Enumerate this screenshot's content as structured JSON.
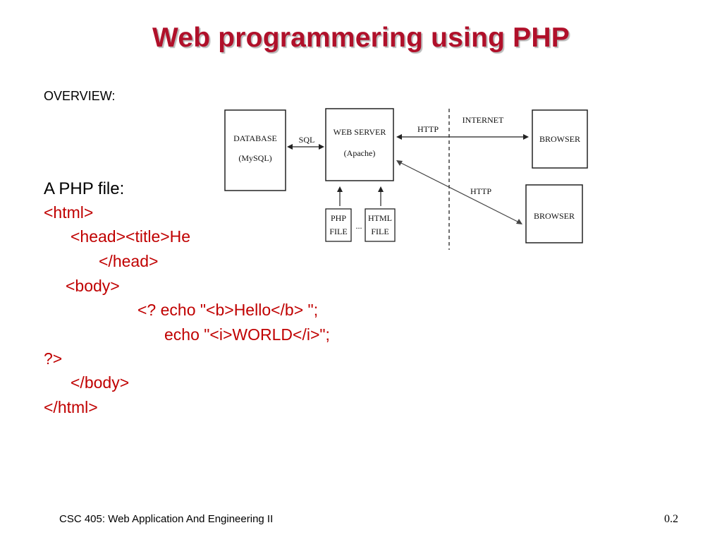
{
  "slide": {
    "title": "Web programmering using PHP",
    "overview_label": "OVERVIEW:",
    "php_heading": "A PHP file:",
    "code_lines": [
      "<html>",
      "<head><title>He",
      "</head>",
      "<body>",
      "<? echo \"<b>Hello</b> \";",
      "echo \"<i>WORLD</i>\";",
      "?>",
      "</body>",
      "</html>"
    ],
    "code_color": "#c00000",
    "title_color": "#b0102a"
  },
  "diagram": {
    "database_line1": "DATABASE",
    "database_line2": "(MySQL)",
    "sql_label": "SQL",
    "webserver_line1": "WEB SERVER",
    "webserver_line2": "(Apache)",
    "http_label_top": "HTTP",
    "internet_label": "INTERNET",
    "http_label_diag": "HTTP",
    "browser_top": "BROWSER",
    "browser_bottom": "BROWSER",
    "php_file_line1": "PHP",
    "php_file_line2": "FILE",
    "html_file_line1": "HTML",
    "html_file_line2": "FILE",
    "ellipsis": "..."
  },
  "footer": {
    "course": "CSC 405: Web Application And Engineering II",
    "page_number": "0.2"
  }
}
